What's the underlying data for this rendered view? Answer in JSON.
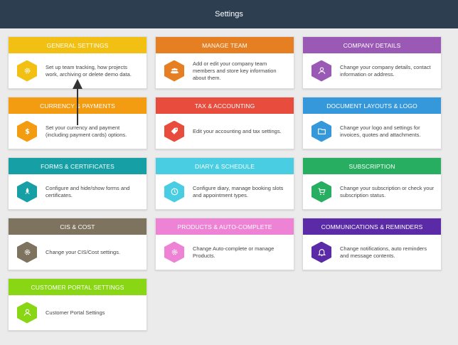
{
  "header": {
    "title": "Settings"
  },
  "cards": [
    {
      "title": "GENERAL SETTINGS",
      "desc": "Set up team tracking, how projects work, archiving or delete demo data.",
      "color": "#f2c012",
      "icon": "gear-icon"
    },
    {
      "title": "MANAGE TEAM",
      "desc": "Add or edit your company team members and store key information about them.",
      "color": "#e67e22",
      "icon": "team-icon"
    },
    {
      "title": "COMPANY DETAILS",
      "desc": "Change your company details, contact information or address.",
      "color": "#9b59b6",
      "icon": "person-icon"
    },
    {
      "title": "CURRENCY & PAYMENTS",
      "desc": "Set your currency and payment (including payment cards) options.",
      "color": "#f39c12",
      "icon": "dollar-icon"
    },
    {
      "title": "TAX & ACCOUNTING",
      "desc": "Edit your accounting and tax settings.",
      "color": "#e74c3c",
      "icon": "tag-icon"
    },
    {
      "title": "DOCUMENT LAYOUTS & LOGO",
      "desc": "Change your logo and settings for invoices, quotes and attachments.",
      "color": "#3498db",
      "icon": "folder-icon"
    },
    {
      "title": "FORMS & CERTIFICATES",
      "desc": "Configure and hide/show forms and certificates.",
      "color": "#16a0a5",
      "icon": "rocket-icon"
    },
    {
      "title": "DIARY & SCHEDULE",
      "desc": "Configure diary, manage booking slots and appointment types.",
      "color": "#48cde3",
      "icon": "clock-icon"
    },
    {
      "title": "SUBSCRIPTION",
      "desc": "Change your subscription or check your subscription status.",
      "color": "#27ae60",
      "icon": "cart-icon"
    },
    {
      "title": "CIS & COST",
      "desc": "Change your CIS/Cost settings.",
      "color": "#7e735f",
      "icon": "gear-icon"
    },
    {
      "title": "PRODUCTS & AUTO-COMPLETE",
      "desc": "Change Auto-complete or manage Products.",
      "color": "#ee82d4",
      "icon": "gear-icon"
    },
    {
      "title": "COMMUNICATIONS & REMINDERS",
      "desc": "Change notifications, auto reminders and message contents.",
      "color": "#5b2aa6",
      "icon": "bell-icon"
    },
    {
      "title": "CUSTOMER PORTAL SETTINGS",
      "desc": "Customer Portal Settings",
      "color": "#88d614",
      "icon": "person-icon"
    }
  ]
}
